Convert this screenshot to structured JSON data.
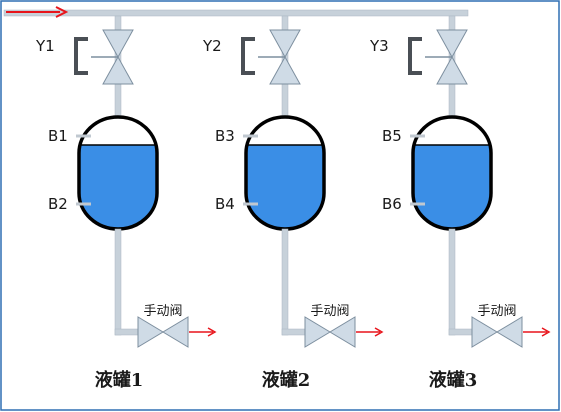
{
  "colors": {
    "pipe": "#c7d1da",
    "pipe_edge": "#aab6c2",
    "flow_arrow": "#e8141b",
    "tank_liquid": "#3a8ee6",
    "tank_outline": "#000000",
    "valve_fill": "#cfdbe6",
    "valve_edge": "#7d8f9f",
    "actuator": "#4a4f55",
    "frame": "#2f6fb3"
  },
  "units": [
    {
      "valve_label": "Y1",
      "sensor_top": "B1",
      "sensor_bottom": "B2",
      "manual_valve_label": "手动阀",
      "tank_label": "液罐1",
      "fill_level": 0.75
    },
    {
      "valve_label": "Y2",
      "sensor_top": "B3",
      "sensor_bottom": "B4",
      "manual_valve_label": "手动阀",
      "tank_label": "液罐2",
      "fill_level": 0.75
    },
    {
      "valve_label": "Y3",
      "sensor_top": "B5",
      "sensor_bottom": "B6",
      "manual_valve_label": "手动阀",
      "tank_label": "液罐3",
      "fill_level": 0.75
    }
  ]
}
